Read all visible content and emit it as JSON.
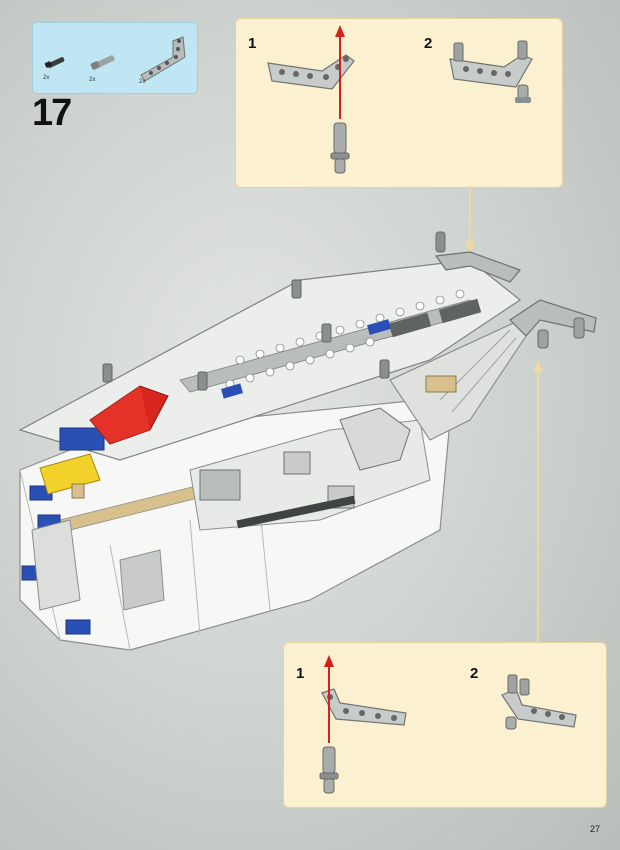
{
  "step_number": "17",
  "page_number": "27",
  "parts_list": {
    "items": [
      {
        "icon": "pin-icon",
        "qty": "2x"
      },
      {
        "icon": "axle-pin-icon",
        "qty": "2x"
      },
      {
        "icon": "l-beam-icon",
        "qty": "2x"
      }
    ]
  },
  "callout_top": {
    "steps": [
      {
        "label": "1"
      },
      {
        "label": "2"
      }
    ]
  },
  "callout_bottom": {
    "steps": [
      {
        "label": "1"
      },
      {
        "label": "2"
      }
    ]
  },
  "colors": {
    "parts_box_bg": "#bfe6f2",
    "callout_bg": "#fbf0cf",
    "arrow_red": "#d8201a",
    "connector": "#f0d9a0",
    "brick_white": "#f7f7f5",
    "brick_gray": "#a9adaa",
    "brick_blue": "#2a4fb5",
    "brick_red": "#d7261e",
    "brick_yellow": "#f2d12b",
    "brick_tan": "#d8c08c"
  }
}
